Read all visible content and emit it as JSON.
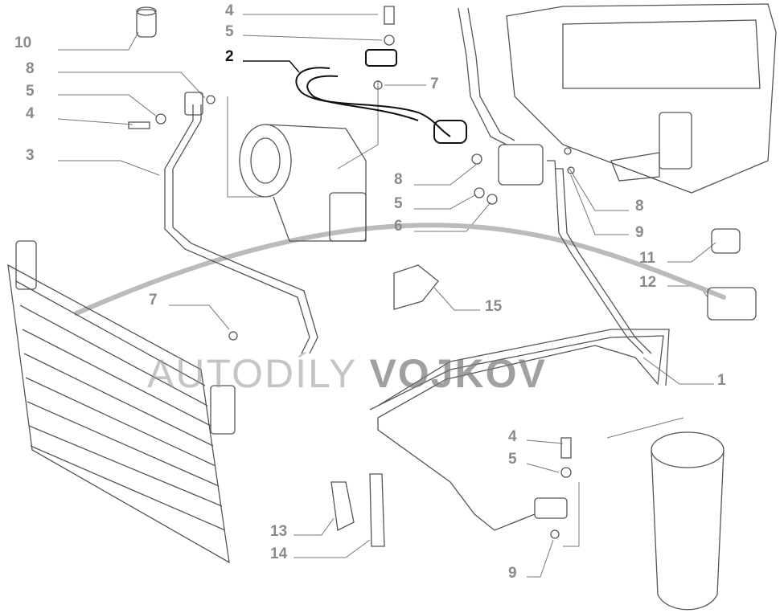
{
  "watermark": {
    "light": "AUTODÍLY",
    "bold": "VOJKOV"
  },
  "callouts": [
    {
      "id": "c10",
      "text": "10"
    },
    {
      "id": "c4a",
      "text": "4"
    },
    {
      "id": "c5a",
      "text": "5"
    },
    {
      "id": "c2",
      "text": "2",
      "highlighted": true
    },
    {
      "id": "c7a",
      "text": "7"
    },
    {
      "id": "c8a",
      "text": "8"
    },
    {
      "id": "c5b",
      "text": "5"
    },
    {
      "id": "c4b",
      "text": "4"
    },
    {
      "id": "c3",
      "text": "3"
    },
    {
      "id": "c8b",
      "text": "8"
    },
    {
      "id": "c5c",
      "text": "5"
    },
    {
      "id": "c6",
      "text": "6"
    },
    {
      "id": "c8c",
      "text": "8"
    },
    {
      "id": "c9a",
      "text": "9"
    },
    {
      "id": "c11",
      "text": "11"
    },
    {
      "id": "c12",
      "text": "12"
    },
    {
      "id": "c7b",
      "text": "7"
    },
    {
      "id": "c15",
      "text": "15"
    },
    {
      "id": "c1",
      "text": "1"
    },
    {
      "id": "c4c",
      "text": "4"
    },
    {
      "id": "c5d",
      "text": "5"
    },
    {
      "id": "c13",
      "text": "13"
    },
    {
      "id": "c14",
      "text": "14"
    },
    {
      "id": "c9b",
      "text": "9"
    }
  ]
}
